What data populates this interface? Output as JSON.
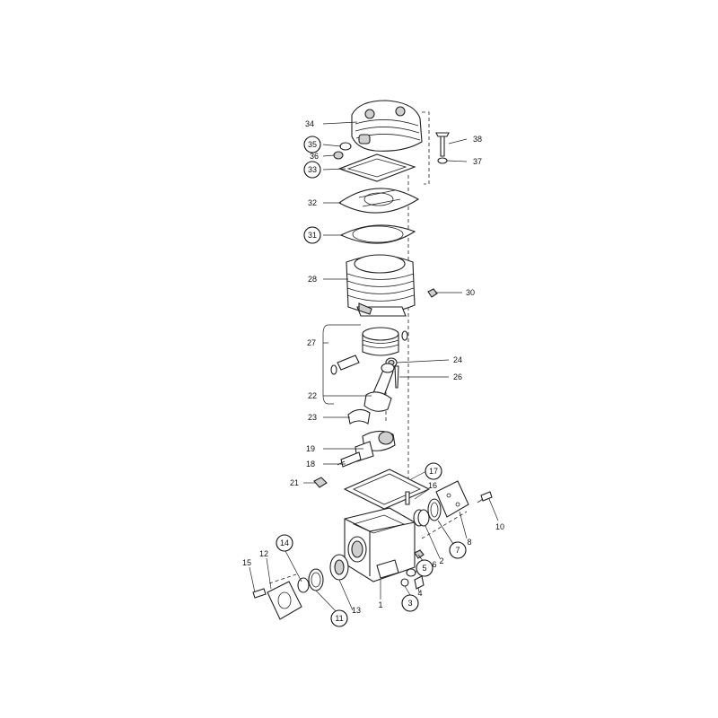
{
  "diagram": {
    "callouts": [
      {
        "id": "34",
        "text": "34",
        "circled": false
      },
      {
        "id": "35",
        "text": "35",
        "circled": true
      },
      {
        "id": "36",
        "text": "36",
        "circled": false
      },
      {
        "id": "33",
        "text": "33",
        "circled": true
      },
      {
        "id": "32",
        "text": "32",
        "circled": false
      },
      {
        "id": "31",
        "text": "31",
        "circled": true
      },
      {
        "id": "28",
        "text": "28",
        "circled": false
      },
      {
        "id": "30",
        "text": "30",
        "circled": false
      },
      {
        "id": "27",
        "text": "27",
        "circled": false
      },
      {
        "id": "24",
        "text": "24",
        "circled": false
      },
      {
        "id": "26",
        "text": "26",
        "circled": false
      },
      {
        "id": "22",
        "text": "22",
        "circled": false
      },
      {
        "id": "23",
        "text": "23",
        "circled": false
      },
      {
        "id": "19",
        "text": "19",
        "circled": false
      },
      {
        "id": "18",
        "text": "18",
        "circled": false
      },
      {
        "id": "17",
        "text": "17",
        "circled": true
      },
      {
        "id": "21",
        "text": "21",
        "circled": false
      },
      {
        "id": "16",
        "text": "16",
        "circled": false
      },
      {
        "id": "10",
        "text": "10",
        "circled": false
      },
      {
        "id": "8",
        "text": "8",
        "circled": false
      },
      {
        "id": "7",
        "text": "7",
        "circled": true
      },
      {
        "id": "2",
        "text": "2",
        "circled": false
      },
      {
        "id": "6",
        "text": "6",
        "circled": false
      },
      {
        "id": "5",
        "text": "5",
        "circled": true
      },
      {
        "id": "4",
        "text": "4",
        "circled": false
      },
      {
        "id": "3",
        "text": "3",
        "circled": true
      },
      {
        "id": "1",
        "text": "1",
        "circled": false
      },
      {
        "id": "15",
        "text": "15",
        "circled": false
      },
      {
        "id": "12",
        "text": "12",
        "circled": false
      },
      {
        "id": "14",
        "text": "14",
        "circled": true
      },
      {
        "id": "13",
        "text": "13",
        "circled": false
      },
      {
        "id": "11",
        "text": "11",
        "circled": true
      },
      {
        "id": "38",
        "text": "38",
        "circled": false
      },
      {
        "id": "37",
        "text": "37",
        "circled": false
      }
    ]
  }
}
